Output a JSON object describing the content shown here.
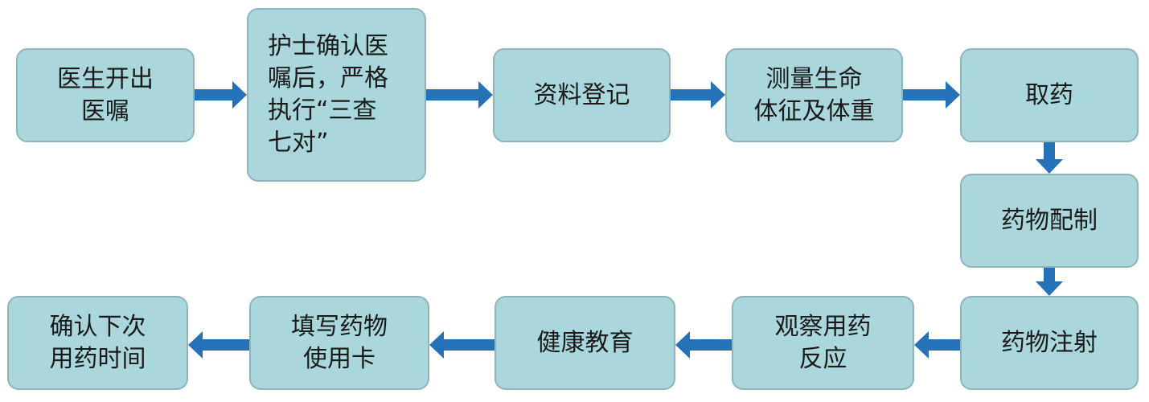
{
  "steps": {
    "s1": "医生开出\n医嘱",
    "s2": "护士确认医\n嘱后，严格\n执行“三查\n七对”",
    "s3": "资料登记",
    "s4": "测量生命\n体征及体重",
    "s5": "取药",
    "s6": "药物配制",
    "s7": "药物注射",
    "s8": "观察用药\n反应",
    "s9": "健康教育",
    "s10": "填写药物\n使用卡",
    "s11": "确认下次\n用药时间"
  },
  "colors": {
    "box_fill": "#a9d7dc",
    "box_border": "#8fb4bb",
    "arrow": "#2672b9"
  }
}
